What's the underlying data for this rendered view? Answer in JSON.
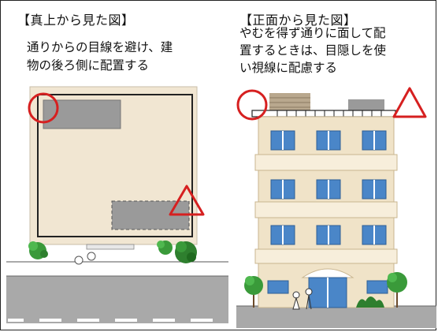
{
  "left_panel": {
    "title": "【真上から見た図】",
    "caption_line1": "通りからの目線を避け、建",
    "caption_line2": "物の後ろ側に配置する"
  },
  "right_panel": {
    "title": "【正面から見た図】",
    "caption_line1": "やむを得ず通りに面して配",
    "caption_line2": "置するときは、目隠しを使",
    "caption_line3": "い視線に配慮する"
  },
  "colors": {
    "building_roof": "#f1e6d2",
    "building_wall": "#f0e3c8",
    "unit_gray": "#9a9a9a",
    "road": "#a9a9a9",
    "sidewalk": "#cccccc",
    "window_blue": "#4a86c8",
    "tree_green": "#3a9a3a",
    "marker_red": "#d62020"
  },
  "icons": [
    "circle-good-marker",
    "triangle-caution-marker",
    "tree-icon",
    "person-icon"
  ]
}
